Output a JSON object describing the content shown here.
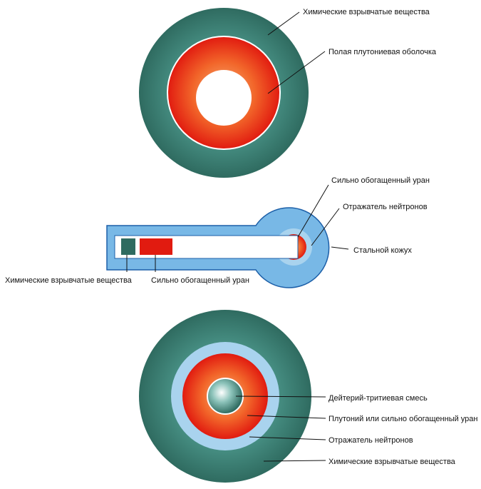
{
  "colors": {
    "explosive_edge": "#2f6b60",
    "explosive_mid": "#4a9488",
    "explosive_light": "#a8d4cc",
    "uranium_edge": "#e11b10",
    "uranium_mid": "#f2662a",
    "uranium_light": "#f8b27a",
    "reflector": "#a9d3ee",
    "casing": "#78b8e6",
    "casing_stroke": "#1c5fa8",
    "leader": "#111111"
  },
  "diagram1": {
    "label_explosives": "Химические взрывчатые вещества",
    "label_shell": "Полая плутониевая оболочка"
  },
  "diagram2": {
    "label_uranium_core": "Сильно обогащенный уран",
    "label_reflector": "Отражатель нейтронов",
    "label_casing": "Стальной кожух",
    "label_explosives": "Химические взрывчатые вещества",
    "label_uranium_bullet": "Сильно обогащенный уран"
  },
  "diagram3": {
    "label_dt": "Дейтерий-тритиевая смесь",
    "label_pu": "Плутоний или сильно обогащенный уран",
    "label_reflector": "Отражатель нейтронов",
    "label_explosives": "Химические взрывчатые вещества"
  }
}
